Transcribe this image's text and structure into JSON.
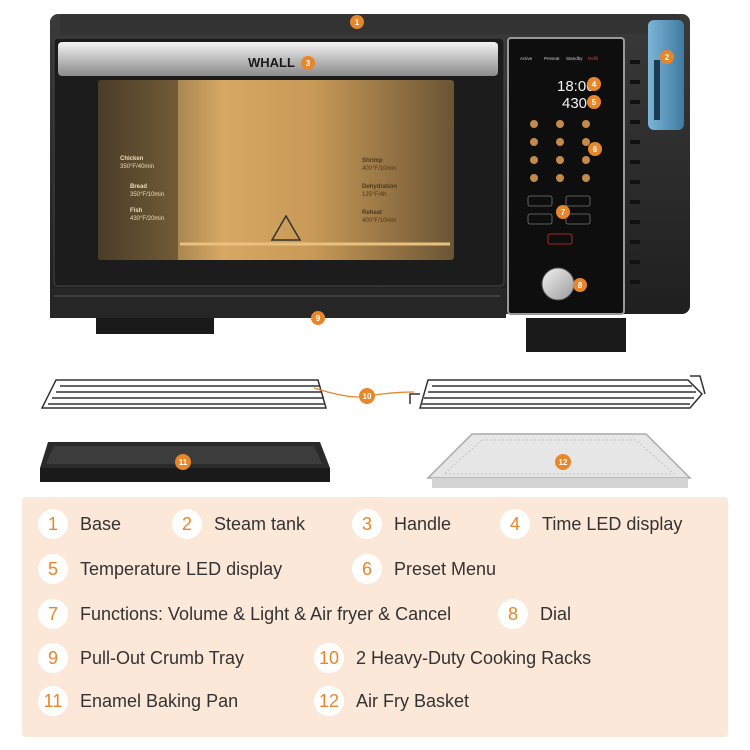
{
  "oven": {
    "brand": "WHALL",
    "display_time": "18:00",
    "display_temp": "430",
    "status_labels": [
      "Active",
      "Preseat",
      "Standby",
      "Refill"
    ],
    "glass_presets_left": [
      {
        "title": "Chicken",
        "sub": "350°F/40min"
      },
      {
        "title": "Bread",
        "sub": "350°F/10min"
      },
      {
        "title": "Fish",
        "sub": "430°F/20min"
      }
    ],
    "glass_presets_right": [
      {
        "title": "Shrimp",
        "sub": "400°F/10min"
      },
      {
        "title": "Dehydration",
        "sub": "125°F/4h"
      },
      {
        "title": "Reheat",
        "sub": "400°F/10min"
      }
    ]
  },
  "callouts": [
    "1",
    "2",
    "3",
    "4",
    "5",
    "6",
    "7",
    "8",
    "9",
    "10",
    "11",
    "12"
  ],
  "legend": {
    "items": [
      {
        "num": "1",
        "label": "Base"
      },
      {
        "num": "2",
        "label": "Steam tank"
      },
      {
        "num": "3",
        "label": "Handle"
      },
      {
        "num": "4",
        "label": "Time LED display"
      },
      {
        "num": "5",
        "label": "Temperature LED display"
      },
      {
        "num": "6",
        "label": "Preset Menu"
      },
      {
        "num": "7",
        "label": "Functions: Volume & Light & Air fryer & Cancel"
      },
      {
        "num": "8",
        "label": "Dial"
      },
      {
        "num": "9",
        "label": "Pull-Out Crumb Tray"
      },
      {
        "num": "10",
        "label": "2 Heavy-Duty Cooking Racks"
      },
      {
        "num": "11",
        "label": "Enamel Baking Pan"
      },
      {
        "num": "12",
        "label": "Air Fry Basket"
      }
    ]
  },
  "colors": {
    "accent": "#e8862a",
    "legend_bg": "#fbe8d8",
    "oven_body": "#2b2b2b"
  }
}
